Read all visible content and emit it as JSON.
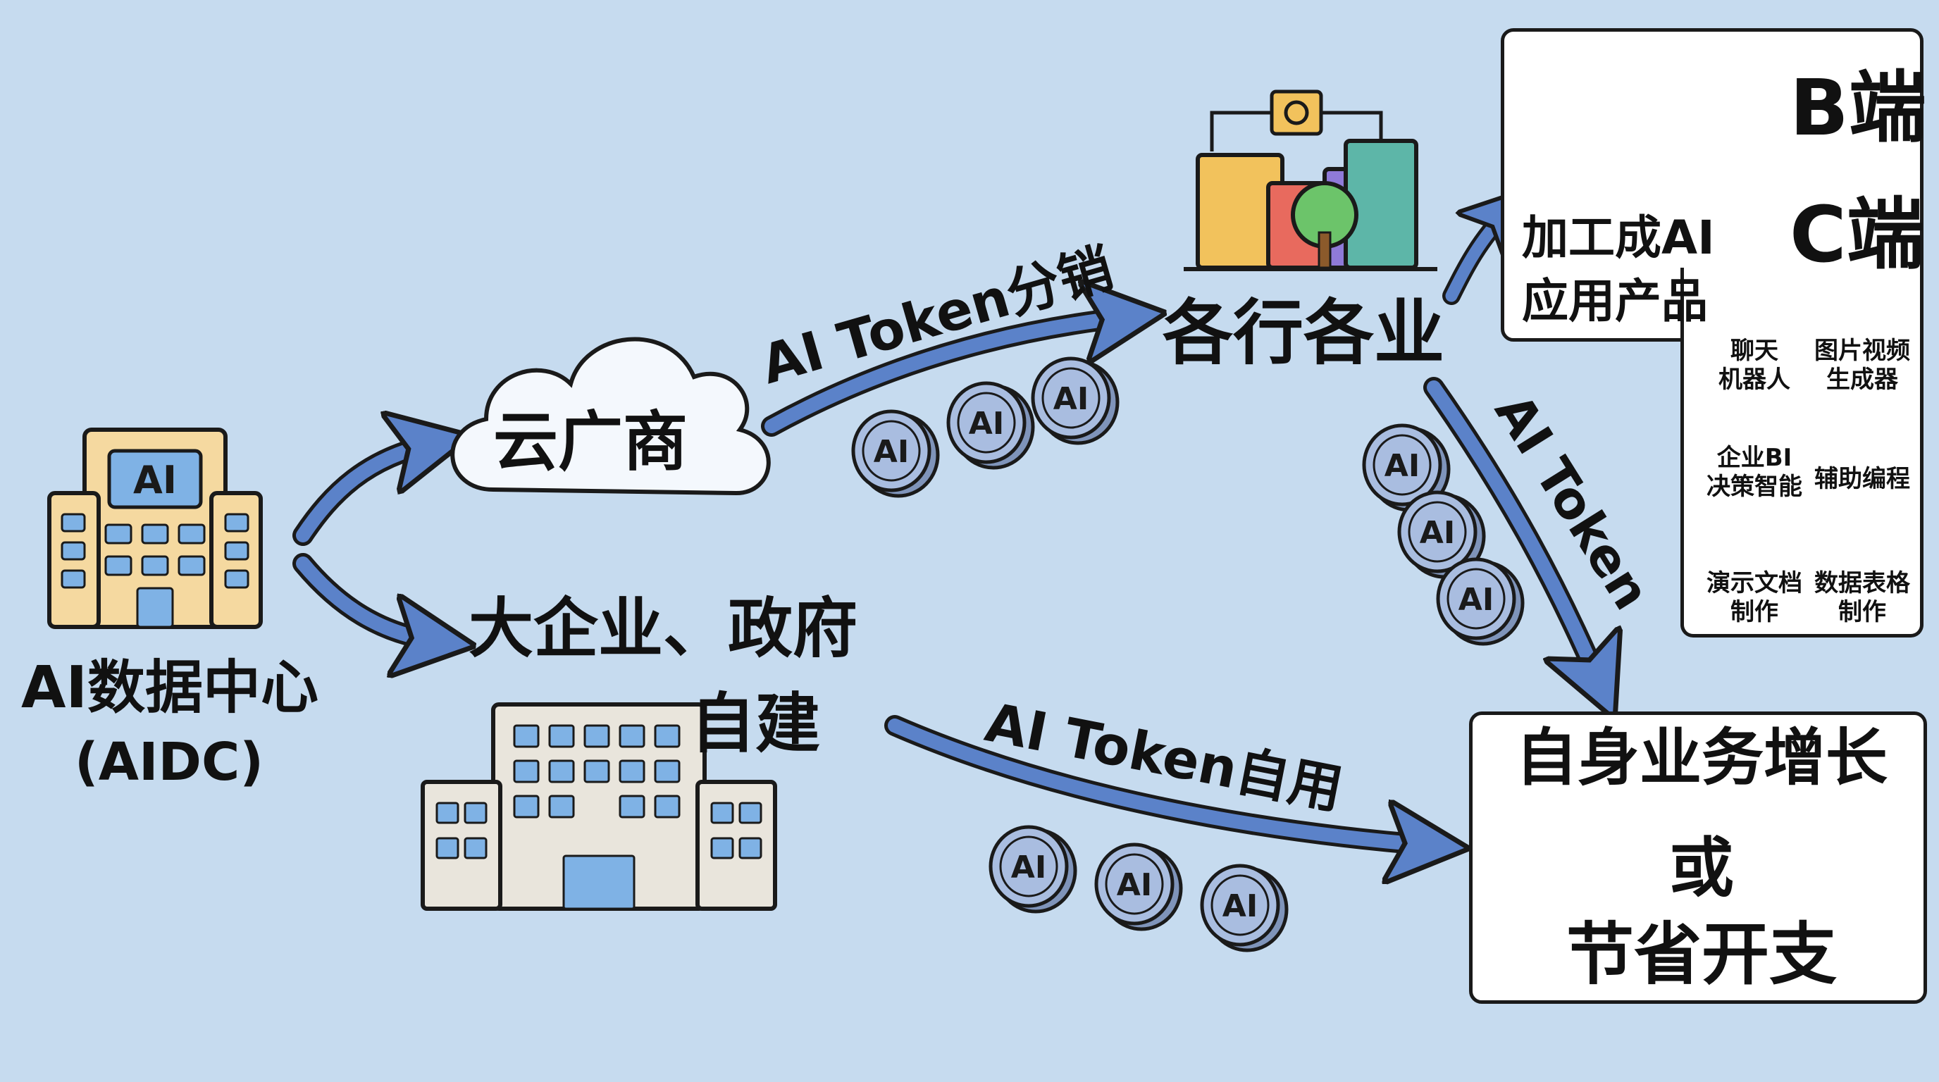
{
  "nodes": {
    "aidc_line1": "AI数据中心",
    "aidc_line2": "(AIDC)",
    "aidc_building_badge": "AI",
    "cloud": "云广商",
    "enterprise_line1": "大企业、政府",
    "enterprise_line2": "自建",
    "industries": "各行各业",
    "processing_line1": "加工成AI",
    "processing_line2": "应用产品",
    "b_end": "B端",
    "c_end": "C端",
    "growth": "自身业务增长",
    "or": "或",
    "savings": "节省开支"
  },
  "edges": {
    "distribution": "AI Token分销",
    "industry_token": "AI Token",
    "self_use": "AI Token自用"
  },
  "coin_label": "AI",
  "apps": [
    {
      "line1": "聊天",
      "line2": "机器人",
      "icon": "robot-icon"
    },
    {
      "line1": "图片视频",
      "line2": "生成器",
      "icon": "image-icon"
    },
    {
      "line1": "企业BI",
      "line2": "决策智能",
      "icon": "bar-chart-icon"
    },
    {
      "line1": "辅助编程",
      "line2": "",
      "icon": "code-monitor-icon"
    },
    {
      "line1": "演示文档",
      "line2": "制作",
      "icon": "document-icon"
    },
    {
      "line1": "数据表格",
      "line2": "制作",
      "icon": "spreadsheet-icon"
    }
  ],
  "colors": {
    "background": "#c6dbef",
    "arrow": "#5b82c9",
    "coin": "#a9bde0",
    "building": "#f5d9a0",
    "window": "#7fb2e5"
  }
}
